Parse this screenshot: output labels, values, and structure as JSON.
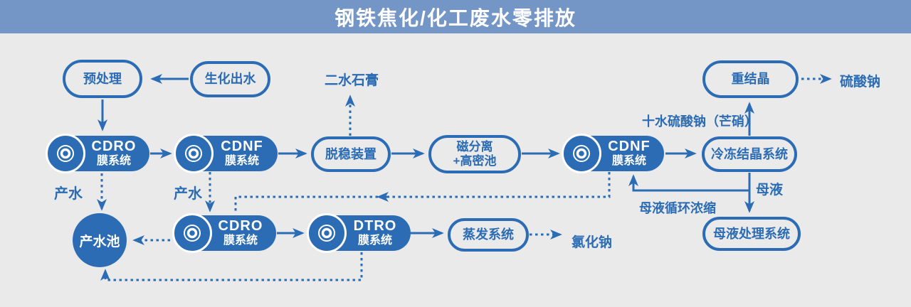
{
  "header": {
    "title": "钢铁焦化/化工废水零排放"
  },
  "colors": {
    "accent_blue": "#2b6cb4",
    "header_bg": "#7496c6",
    "canvas_bg": "#eaeaea",
    "node_text_on_blue": "#ffffff"
  },
  "nodes": {
    "pretreatment": {
      "label": "预处理"
    },
    "biochemical_effluent": {
      "label": "生化出水"
    },
    "cdro1": {
      "title": "CDRO",
      "subtitle": "膜系统"
    },
    "cdnf1": {
      "title": "CDNF",
      "subtitle": "膜系统"
    },
    "destabilizer": {
      "label": "脱稳装置"
    },
    "magnetic_separation": {
      "line1": "磁分离",
      "line2": "+高密池"
    },
    "cdnf2": {
      "title": "CDNF",
      "subtitle": "膜系统"
    },
    "freeze_crystallization": {
      "label": "冷冻结晶系统"
    },
    "recrystallization": {
      "label": "重结晶"
    },
    "product_water_pool": {
      "label": "产水池"
    },
    "cdro2": {
      "title": "CDRO",
      "subtitle": "膜系统"
    },
    "dtro": {
      "title": "DTRO",
      "subtitle": "膜系统"
    },
    "evaporation": {
      "label": "蒸发系统"
    },
    "mother_liquor_treatment": {
      "label": "母液处理系统"
    }
  },
  "labels": {
    "gypsum": "二水石膏",
    "sodium_sulfate": "硫酸钠",
    "glauber_salt": "十水硫酸钠（芒硝）",
    "mother_liquor": "母液",
    "mother_liquor_recycle": "母液循环浓缩",
    "product_water_1": "产水",
    "product_water_2": "产水",
    "sodium_chloride": "氯化钠"
  }
}
